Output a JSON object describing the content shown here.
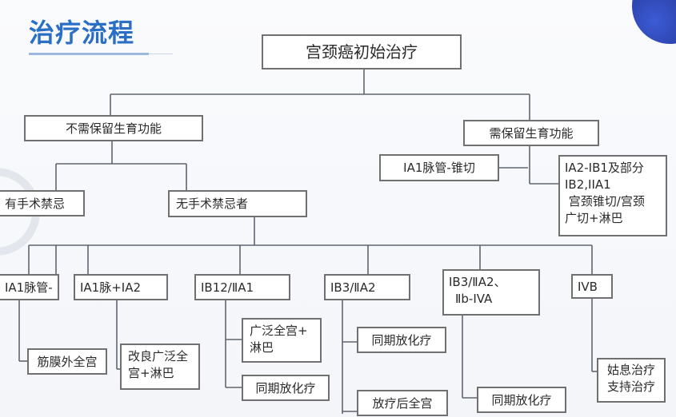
{
  "title": "治疗流程",
  "root": "宫颈癌初始治疗",
  "branch_no_fertility": "不需保留生育功能",
  "branch_fertility": "需保留生育功能",
  "fertility": {
    "ia1": "IA1脉管-锥切",
    "ia2": [
      "IA2-IB1及部分",
      "IB2,IIA1",
      " 宫颈锥切/宫颈",
      "广切+淋巴"
    ]
  },
  "contraindicated": "有手术禁忌",
  "no_contraindication": "无手术禁忌者",
  "stages": {
    "s1": "IA1脉管-",
    "s2": "IA1脉+IA2",
    "s3": "IB12/ⅡA1",
    "s4": "IB3/ⅡA2",
    "s5": [
      "IB3/ⅡA2、",
      "Ⅱb-IVA"
    ],
    "s6": "IVB"
  },
  "treatments": {
    "t1": "筋膜外全宫",
    "t2": [
      "改良广泛全",
      "宫+淋巴"
    ],
    "t3a": [
      "广泛全宫+",
      "淋巴"
    ],
    "t3b": "同期放化疗",
    "t4a": "同期放化疗",
    "t4b": "放疗后全宫",
    "t5": "同期放化疗",
    "t6": [
      "姑息治疗",
      "支持治疗"
    ]
  },
  "colors": {
    "title": "#2a6fc4",
    "box_border": "#707070",
    "line": "#5f6570"
  }
}
